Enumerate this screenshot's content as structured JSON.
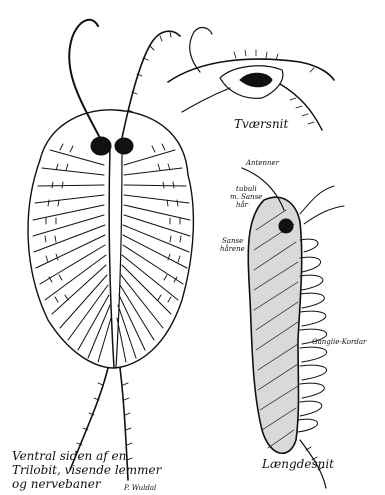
{
  "labels": {
    "cross_section": "Tværsnit",
    "longitudinal_section": "Længdesnit",
    "antennae": "Antenner",
    "tubules_sense_hairs_1": "tubuli",
    "tubules_sense_hairs_2": "m. Sanse",
    "tubules_sense_hairs_3": "hår",
    "sense_hairs_1": "Sanse",
    "sense_hairs_2": "hårene",
    "ganglion_cords": "Ganglie-Kordar"
  },
  "caption": {
    "line1": "Ventral siden af en",
    "line2": "Trilobit, visende lemmer",
    "line3": "og nervebaner",
    "signature": "P. Wuldal"
  },
  "colors": {
    "ink": "#111111",
    "paper": "#ffffff",
    "hatch_fill": "#d9d9d9"
  }
}
